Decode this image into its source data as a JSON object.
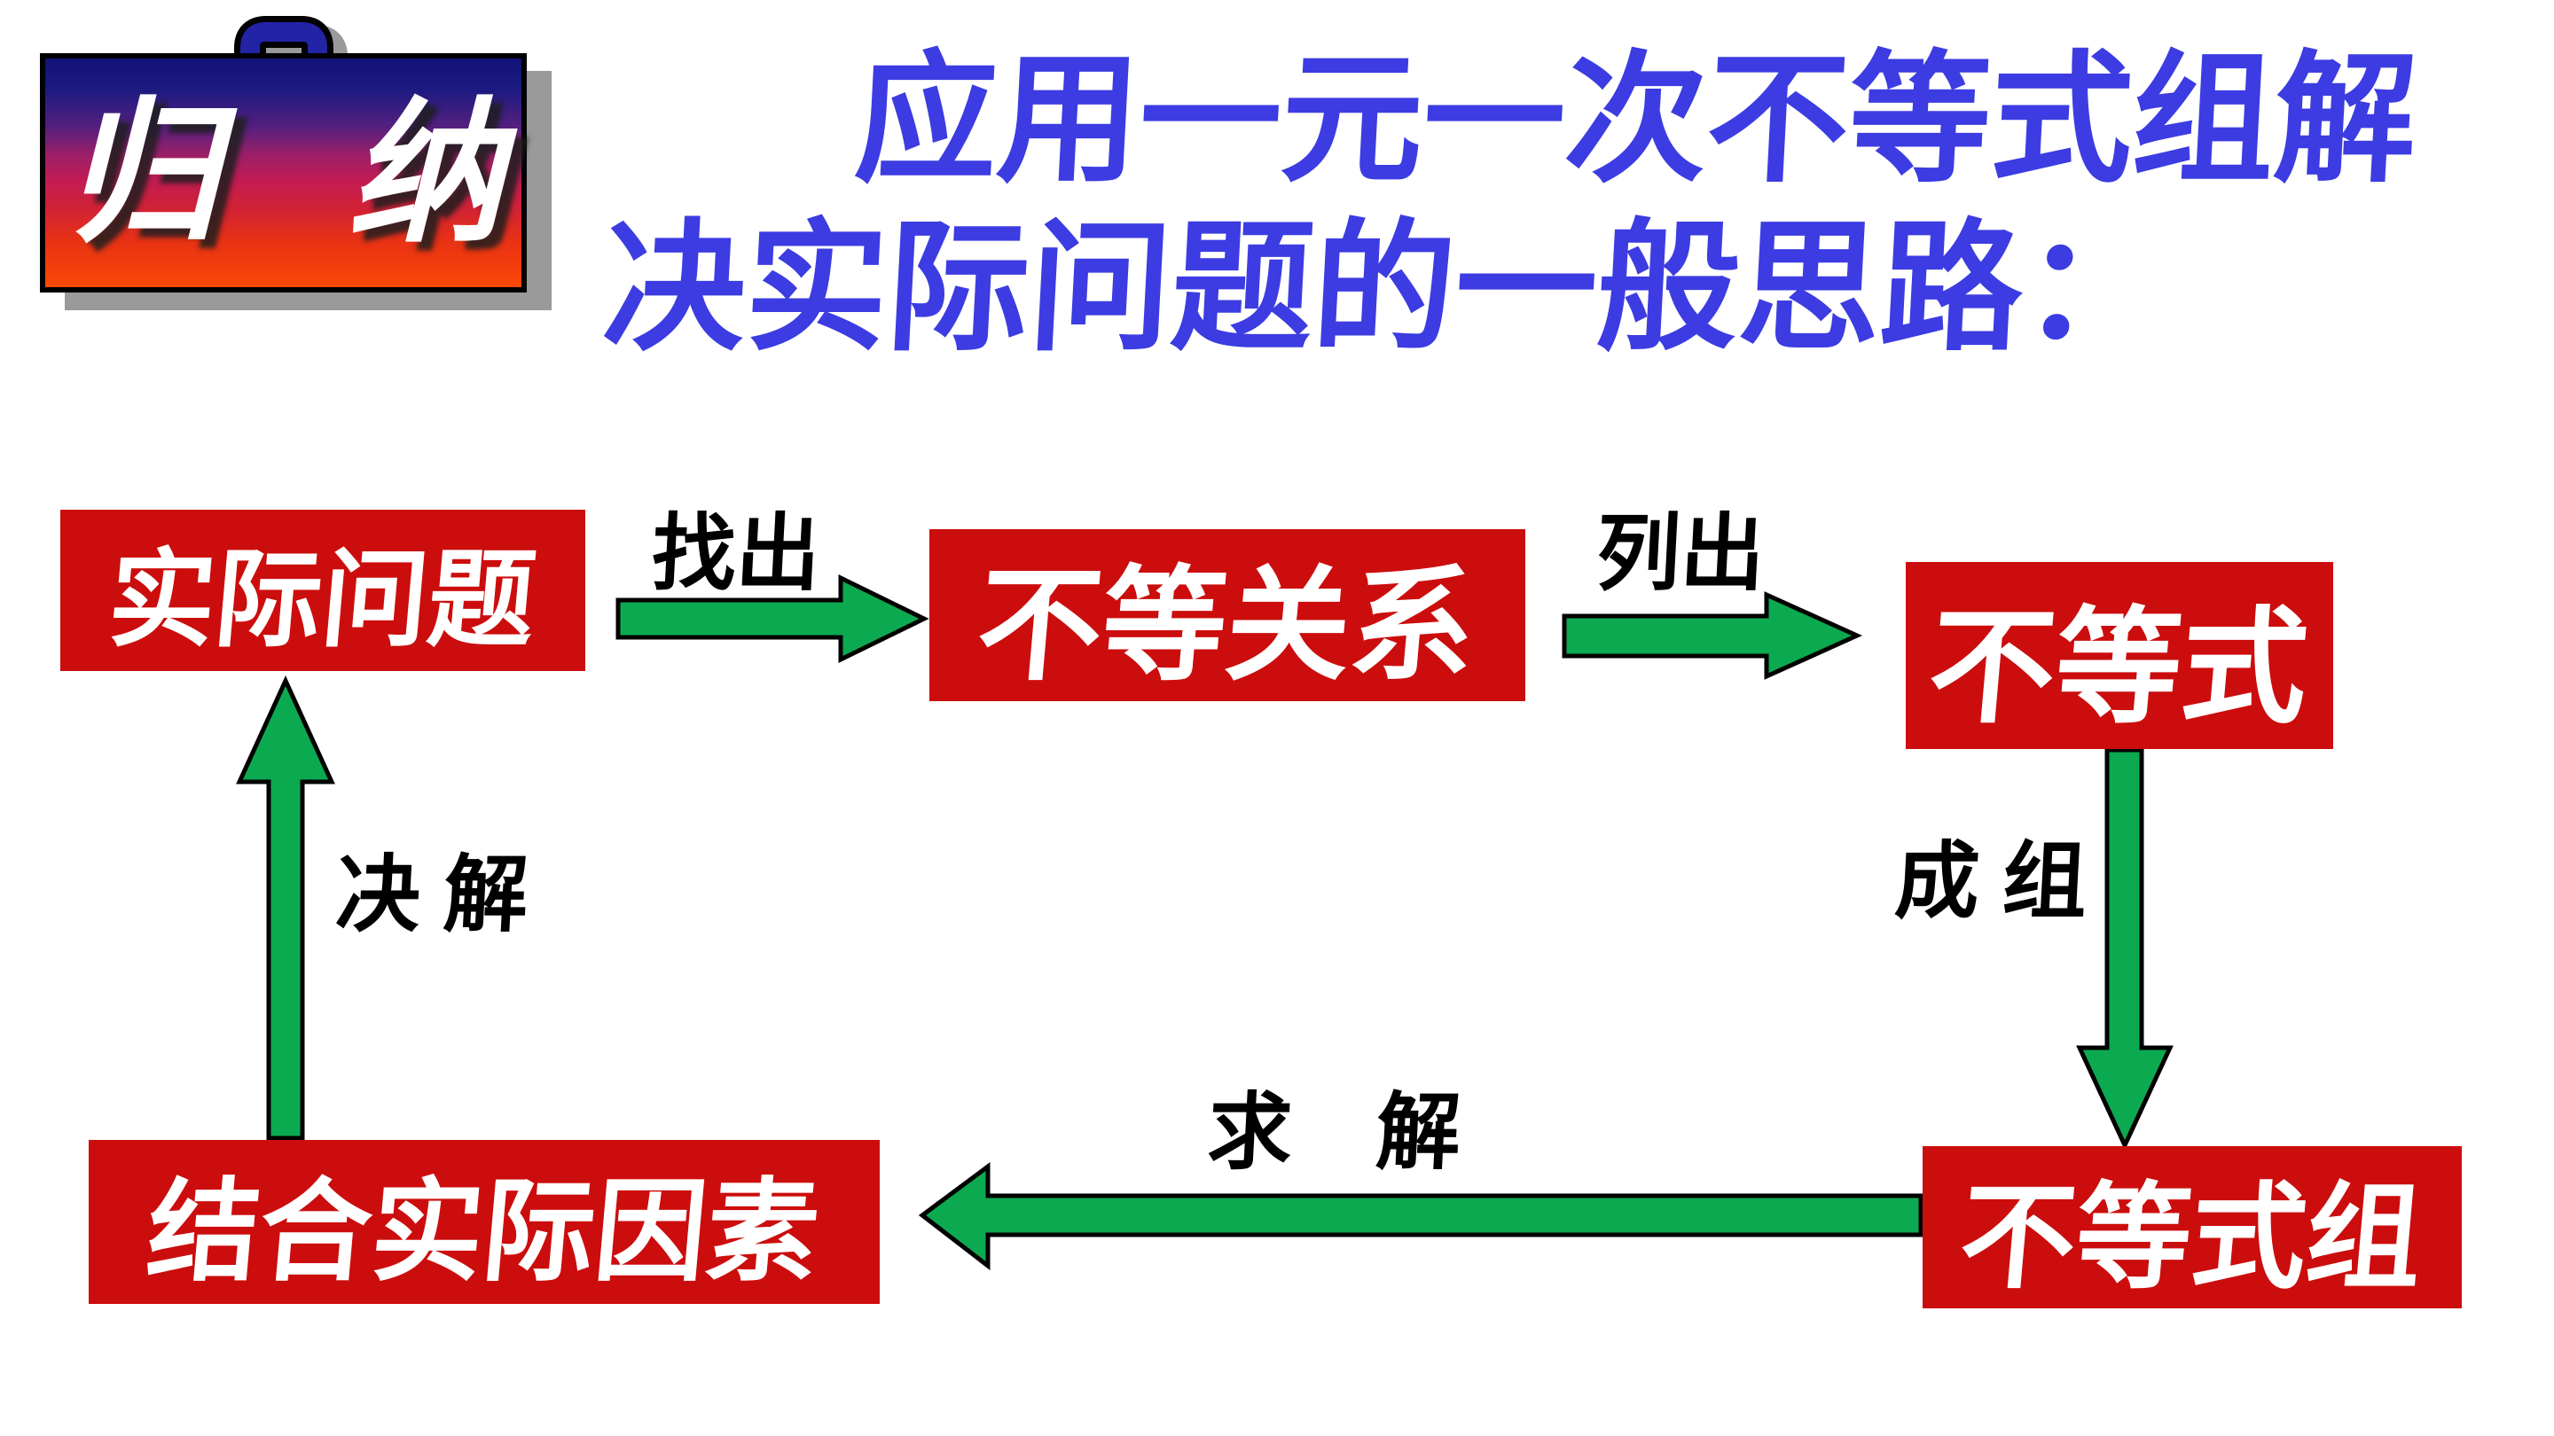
{
  "badge": {
    "label": "归 纳"
  },
  "title": {
    "line1": "应用一元一次不等式组解",
    "line2": "决实际问题的一般思路：",
    "color": "#3C3CE2"
  },
  "flowchart": {
    "nodes": [
      {
        "id": "practical-problem",
        "label": "实际问题"
      },
      {
        "id": "inequality-relations",
        "label": "不等关系"
      },
      {
        "id": "inequality",
        "label": "不等式"
      },
      {
        "id": "inequality-system",
        "label": "不等式组"
      },
      {
        "id": "combine-practical-factors",
        "label": "结合实际因素"
      }
    ],
    "edges": [
      {
        "label": "找出",
        "from": "practical-problem",
        "to": "inequality-relations",
        "direction": "right"
      },
      {
        "label": "列出",
        "from": "inequality-relations",
        "to": "inequality",
        "direction": "right"
      },
      {
        "label": "成 组",
        "from": "inequality",
        "to": "inequality-system",
        "direction": "down"
      },
      {
        "label": "求　解",
        "from": "inequality-system",
        "to": "combine-practical-factors",
        "direction": "left"
      },
      {
        "label": "决 解",
        "from": "combine-practical-factors",
        "to": "practical-problem",
        "direction": "up"
      }
    ],
    "colors": {
      "node_background": "#CC0D0D",
      "node_text": "#FFFFFF",
      "arrow_fill": "#0CAA50",
      "arrow_outline": "#000000",
      "edge_label_color": "#000000",
      "badge_gradient_top": "#12127A",
      "badge_gradient_bottom": "#FB4806",
      "shadow_gray": "#9A9A9A"
    }
  }
}
